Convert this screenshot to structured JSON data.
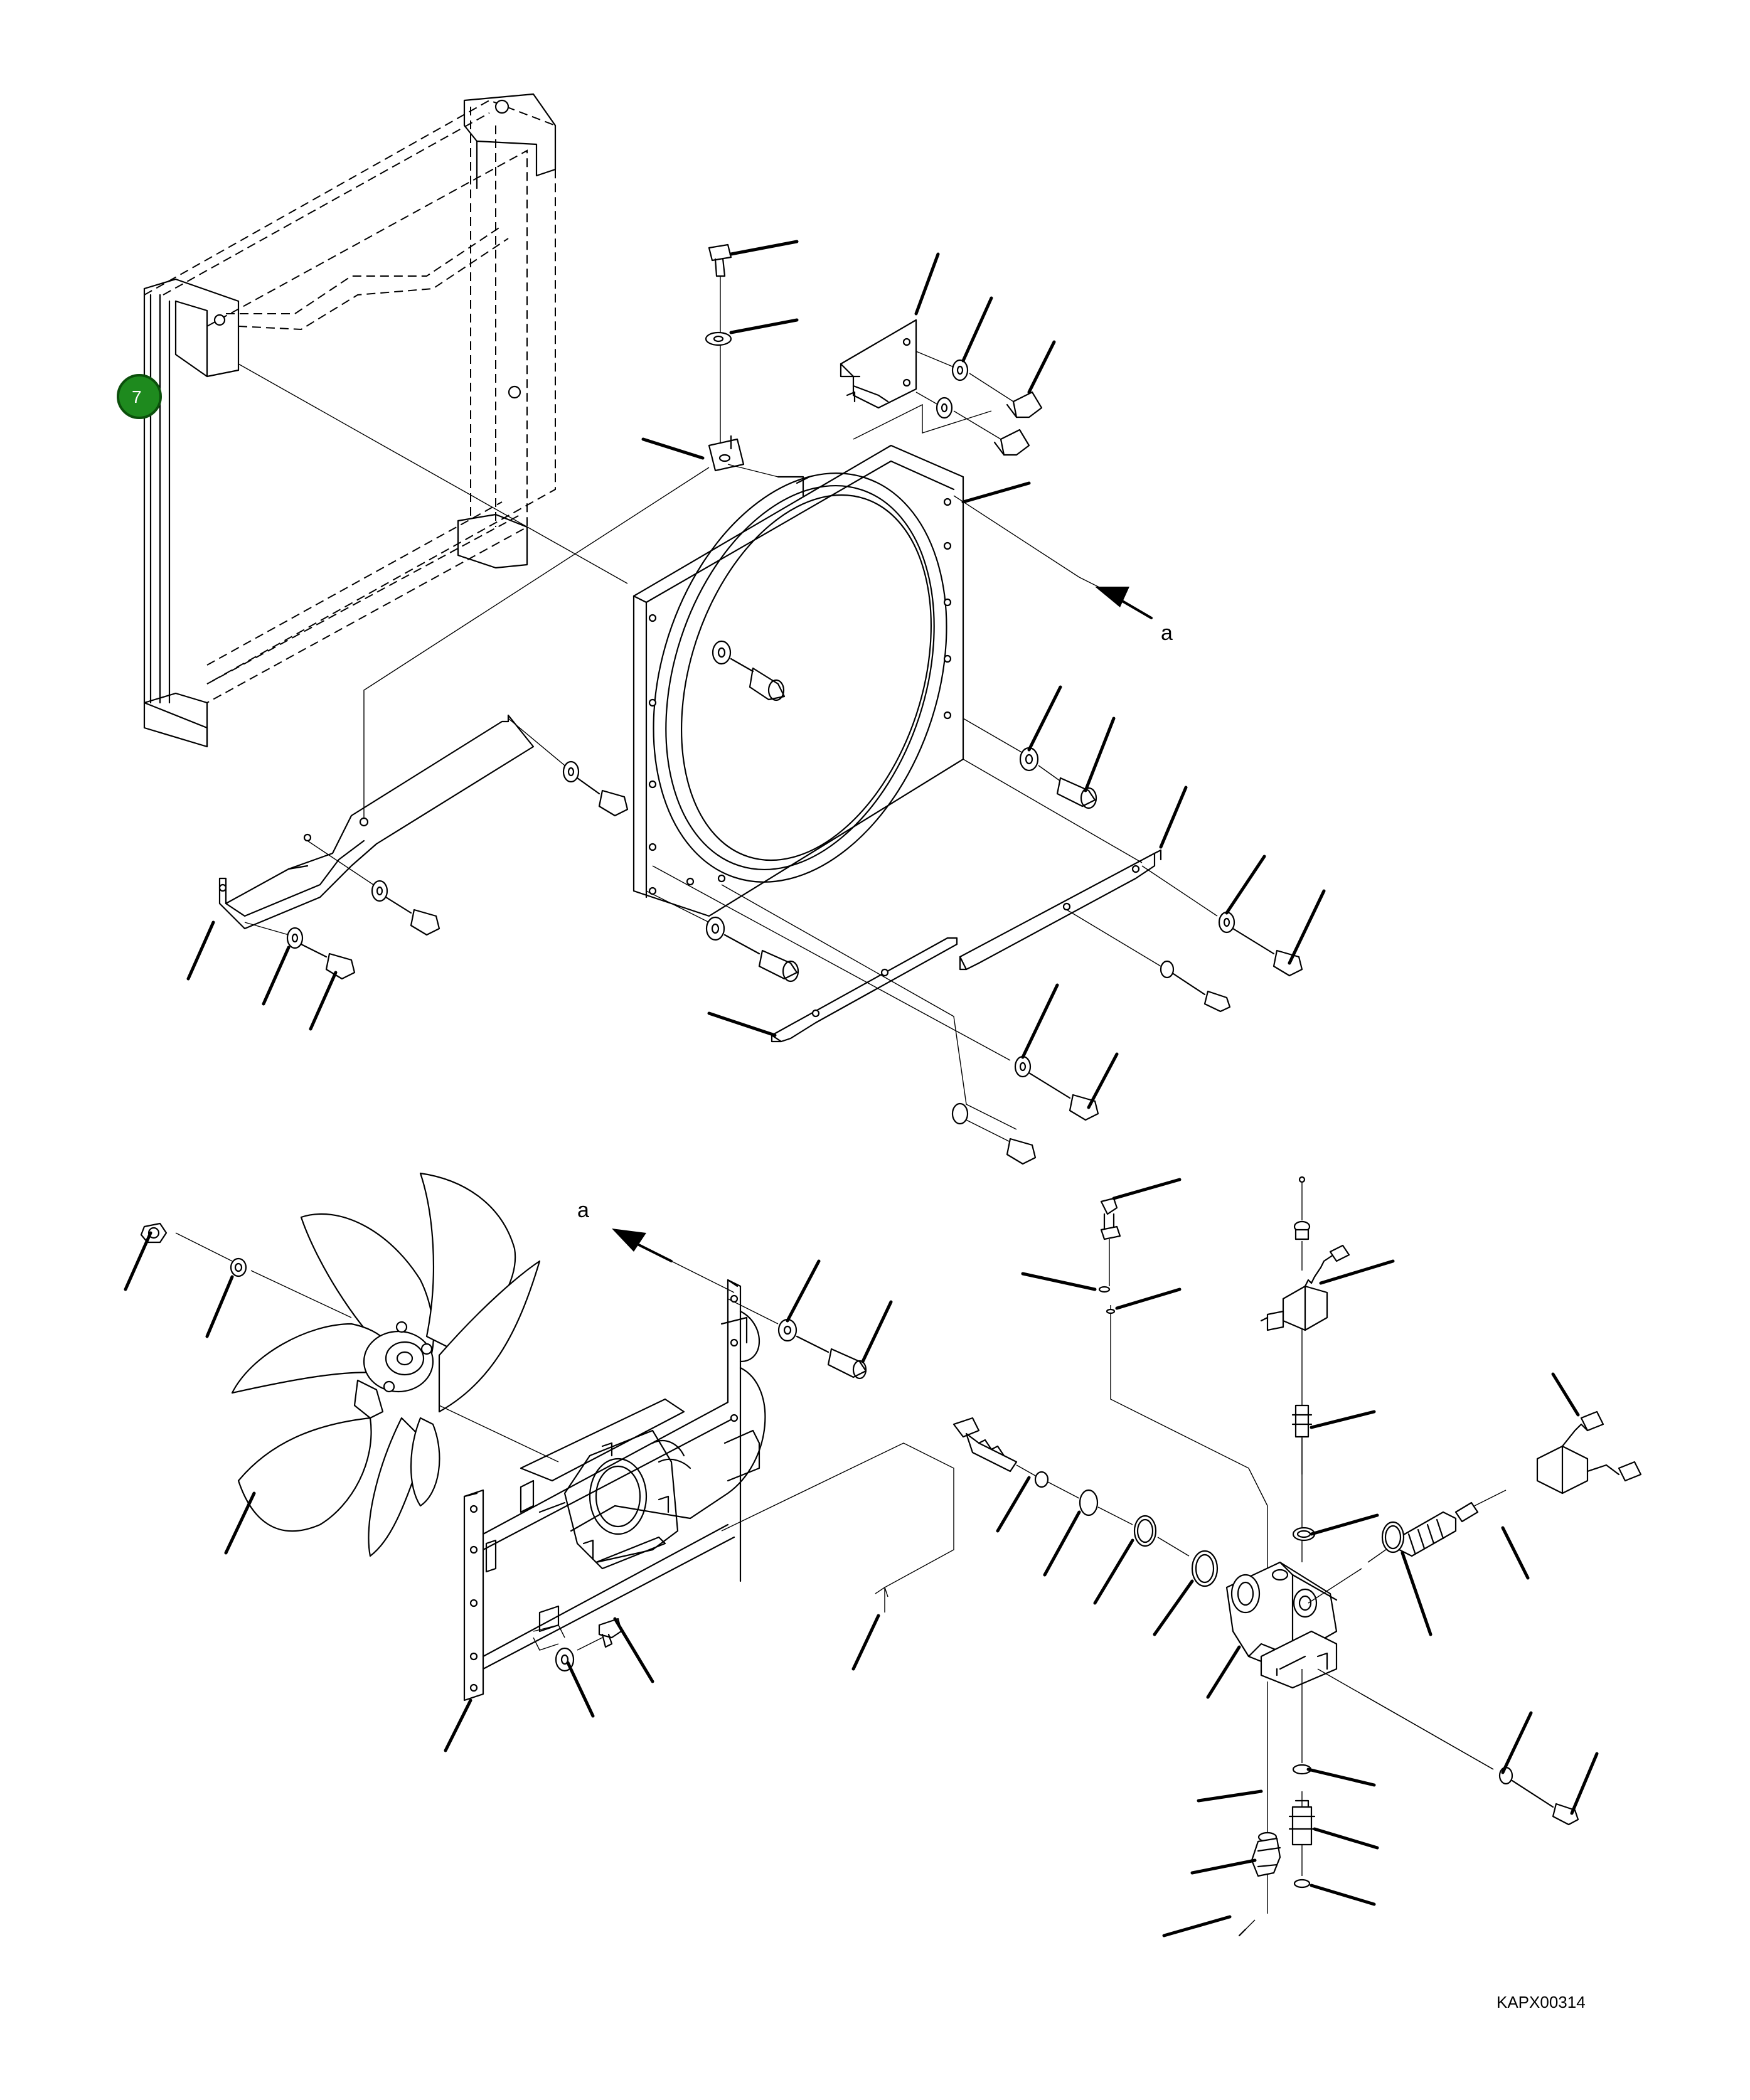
{
  "diagram": {
    "view_arrow_letter_top": "a",
    "view_arrow_letter_bottom": "a",
    "drawing_code": "KAPX00314",
    "callout_balloon": {
      "label": "7",
      "fill": "#1e8a1e",
      "stroke": "#0b4f0b"
    }
  }
}
